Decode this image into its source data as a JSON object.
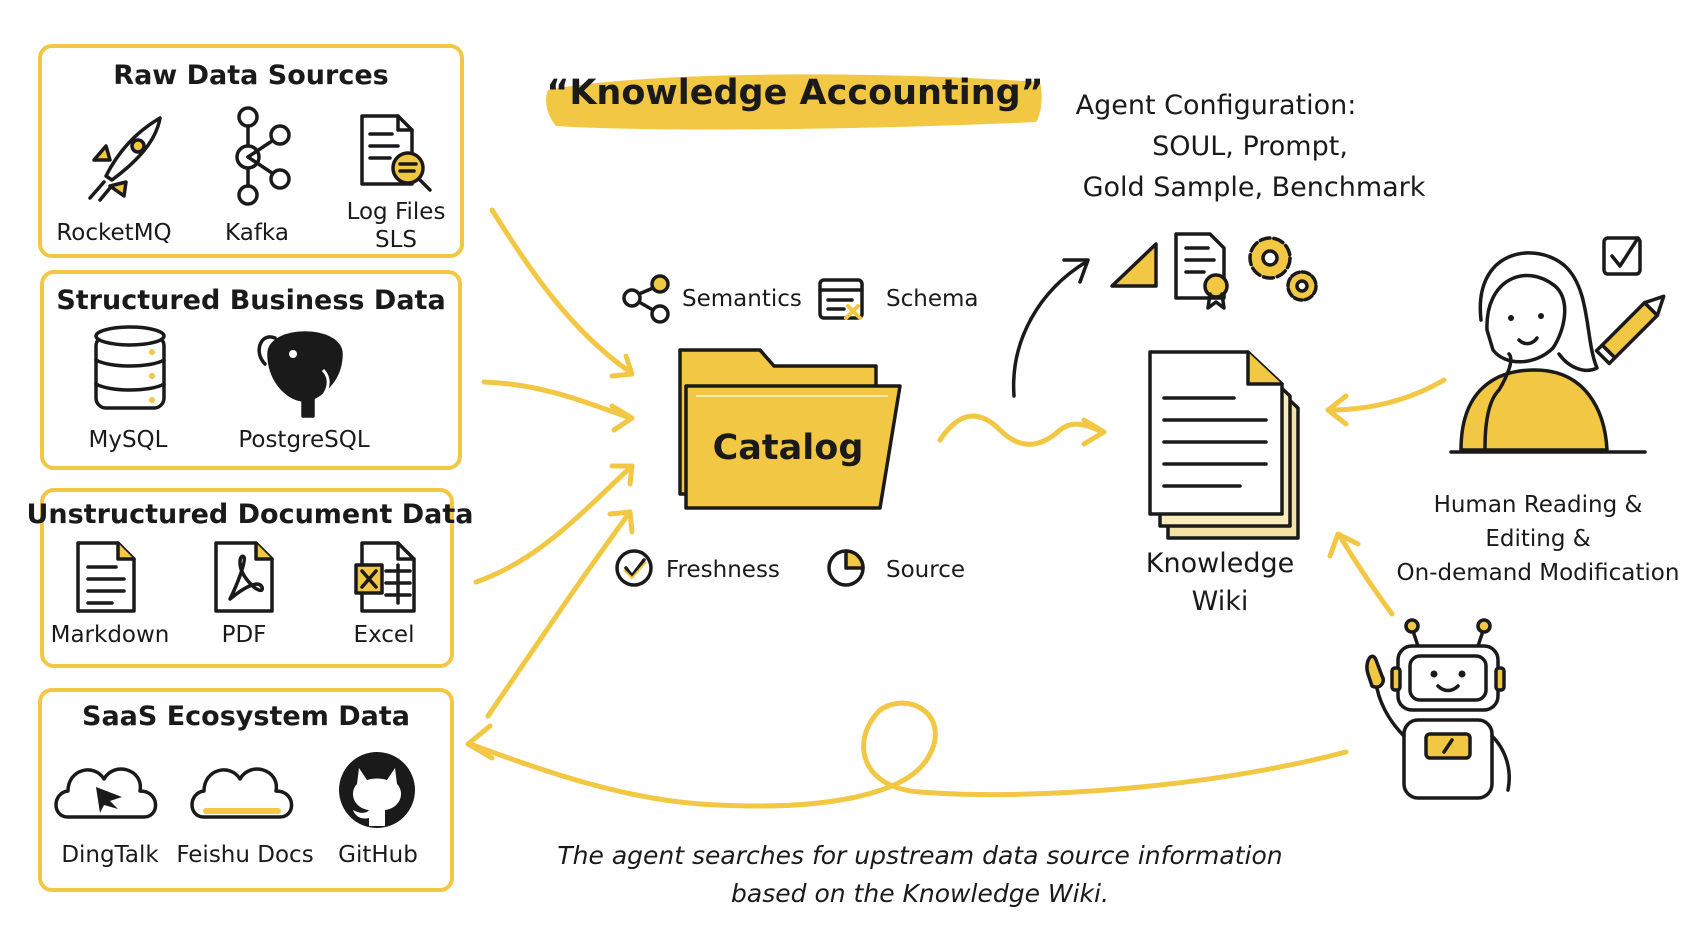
{
  "title": "“Knowledge Accounting”",
  "groups": [
    {
      "title": "Raw Data Sources",
      "items": [
        {
          "label": "RocketMQ",
          "icon": "rocket-icon"
        },
        {
          "label": "Kafka",
          "icon": "kafka-icon"
        },
        {
          "label": "Log Files SLS",
          "icon": "log-file-search-icon"
        }
      ]
    },
    {
      "title": "Structured Business Data",
      "items": [
        {
          "label": "MySQL",
          "icon": "database-icon"
        },
        {
          "label": "PostgreSQL",
          "icon": "elephant-icon"
        }
      ]
    },
    {
      "title": "Unstructured Document Data",
      "items": [
        {
          "label": "Markdown",
          "icon": "document-icon"
        },
        {
          "label": "PDF",
          "icon": "pdf-icon"
        },
        {
          "label": "Excel",
          "icon": "excel-icon"
        }
      ]
    },
    {
      "title": "SaaS Ecosystem Data",
      "items": [
        {
          "label": "DingTalk",
          "icon": "dingtalk-cloud-icon"
        },
        {
          "label": "Feishu Docs",
          "icon": "cloud-icon"
        },
        {
          "label": "GitHub",
          "icon": "github-icon"
        }
      ]
    }
  ],
  "catalog": {
    "label": "Catalog",
    "attributes": {
      "semantics": "Semantics",
      "schema": "Schema",
      "freshness": "Freshness",
      "source": "Source"
    }
  },
  "wiki": {
    "line1": "Knowledge",
    "line2": "Wiki"
  },
  "agent_config": {
    "line1": "Agent Configuration:",
    "line2": "SOUL, Prompt,",
    "line3": "Gold Sample, Benchmark"
  },
  "human": {
    "line1": "Human Reading &",
    "line2": "Editing &",
    "line3": "On-demand Modification"
  },
  "caption": {
    "line1": "The agent searches for upstream data source information",
    "line2": "based on the Knowledge Wiki."
  },
  "colors": {
    "accent": "#f2c744",
    "ink": "#1a1a1a",
    "background": "#ffffff"
  }
}
